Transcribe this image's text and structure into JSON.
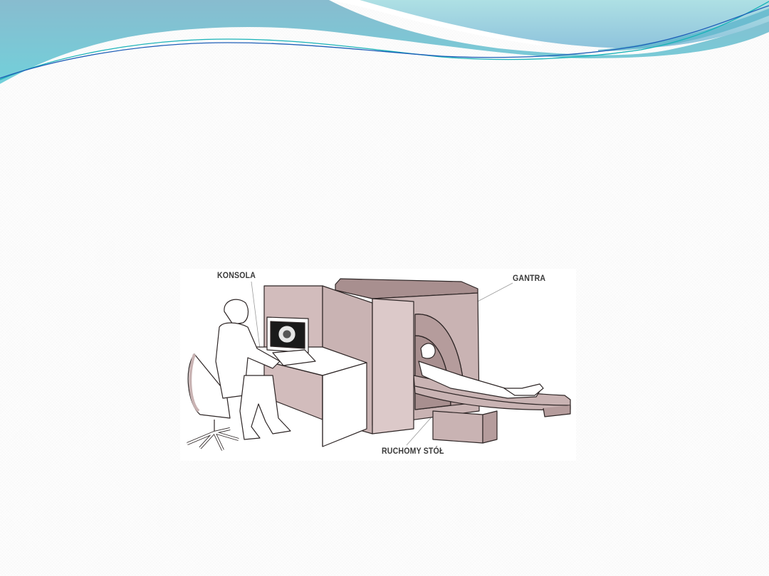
{
  "slide": {
    "background_color": "#fdfdfd",
    "header_decoration": {
      "icon": "wave-banner",
      "colors": {
        "left_band": "#7ec9d6",
        "left_band_top": "#88bccf",
        "right_band": "#a8dde3",
        "right_band_bottom": "#8ec3dc",
        "line_teal": "#19b3b8",
        "line_blue": "#1f5fb8"
      }
    }
  },
  "figure": {
    "description": "CT scanner illustration",
    "labels": {
      "console": "KONSOLA",
      "gantry": "GANTRA",
      "table": "RUCHOMY STÓŁ"
    },
    "colors": {
      "equipment_fill": "#c9b3b3",
      "equipment_light": "#dcc9c9",
      "equipment_dark": "#9e8585",
      "outline": "#2e2626",
      "leader_line": "#9a9a9a"
    }
  }
}
